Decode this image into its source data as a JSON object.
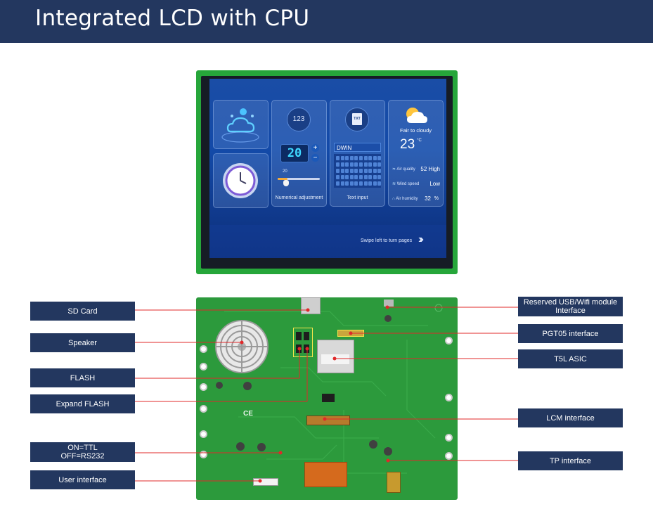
{
  "header": {
    "title": "Integrated LCD with CPU"
  },
  "screen": {
    "numeric_icon_text": "123",
    "numeric_value": "20",
    "slider_value": "20",
    "numeric_label": "Numerical adjustment",
    "text_input_icon_text": "TXT",
    "text_input_value": "DWIN",
    "text_input_label": "Text input",
    "weather_condition": "Fair to cloudy",
    "temperature": "23",
    "temperature_unit": "°C",
    "air_quality_label": "Air quality",
    "air_quality_value": "52 High",
    "wind_speed_label": "Wind speed",
    "wind_speed_value": "Low",
    "air_humidity_label": "Air humidity",
    "air_humidity_value": "32",
    "air_humidity_unit": "%",
    "swipe_hint": "Swipe left to turn pages"
  },
  "callouts_left": {
    "sd_card": "SD Card",
    "speaker": "Speaker",
    "flash": "FLASH",
    "expand_flash": "Expand FLASH",
    "on_off": "ON=TTL\nOFF=RS232",
    "user_interface": "User interface"
  },
  "callouts_right": {
    "usb_wifi": "Reserved USB/Wifi module\nInterface",
    "pgt05": "PGT05 interface",
    "t5l": "T5L ASIC",
    "lcm": "LCM interface",
    "tp": "TP interface"
  },
  "colors": {
    "header_bg": "#23375f",
    "callout_bg": "#23375f",
    "pcb_green": "#2c9a3c",
    "leader_line": "#e0282a"
  }
}
